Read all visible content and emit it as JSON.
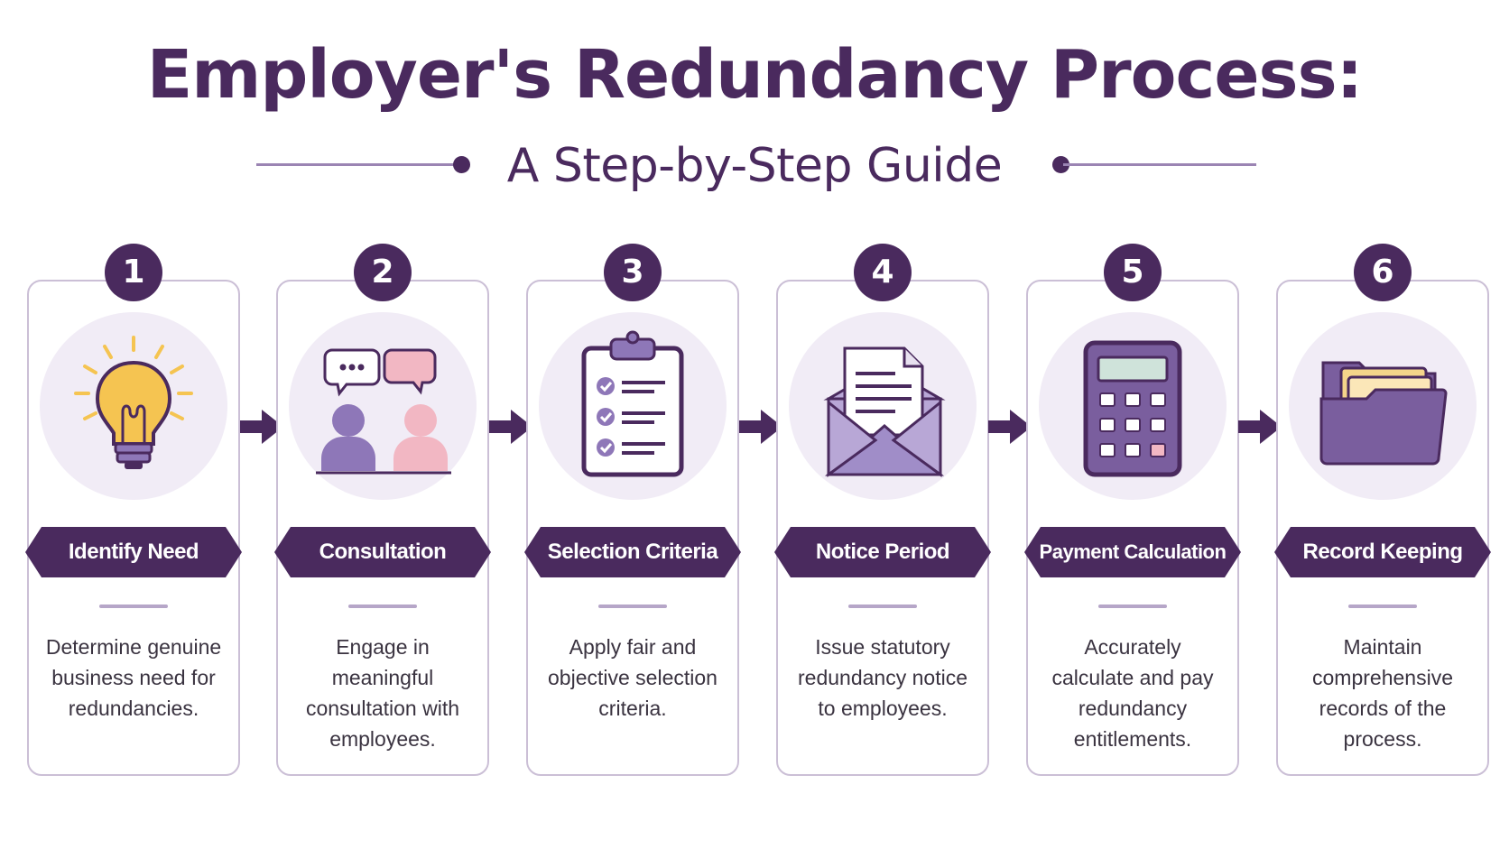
{
  "header": {
    "title": "Employer's Redundancy Process:",
    "subtitle": "A Step-by-Step Guide"
  },
  "colors": {
    "primary": "#4a2a5e",
    "accent_light": "#f1ecf6",
    "icon_purple": "#8e77b8",
    "icon_pink": "#f2b7c3",
    "bulb_yellow": "#f5c451"
  },
  "steps": [
    {
      "number": "1",
      "title": "Identify Need",
      "icon": "lightbulb-icon",
      "description": "Determine genuine business need for redundancies."
    },
    {
      "number": "2",
      "title": "Consultation",
      "icon": "conversation-icon",
      "description": "Engage in meaningful consultation with employees."
    },
    {
      "number": "3",
      "title": "Selection Criteria",
      "icon": "clipboard-checklist-icon",
      "description": "Apply fair and objective selection criteria."
    },
    {
      "number": "4",
      "title": "Notice Period",
      "icon": "envelope-letter-icon",
      "description": "Issue statutory redundancy notice to employees."
    },
    {
      "number": "5",
      "title": "Payment Calculation",
      "icon": "calculator-icon",
      "description": "Accurately calculate and pay redundancy entitlements."
    },
    {
      "number": "6",
      "title": "Record Keeping",
      "icon": "folder-icon",
      "description": "Maintain comprehensive records of the process."
    }
  ]
}
